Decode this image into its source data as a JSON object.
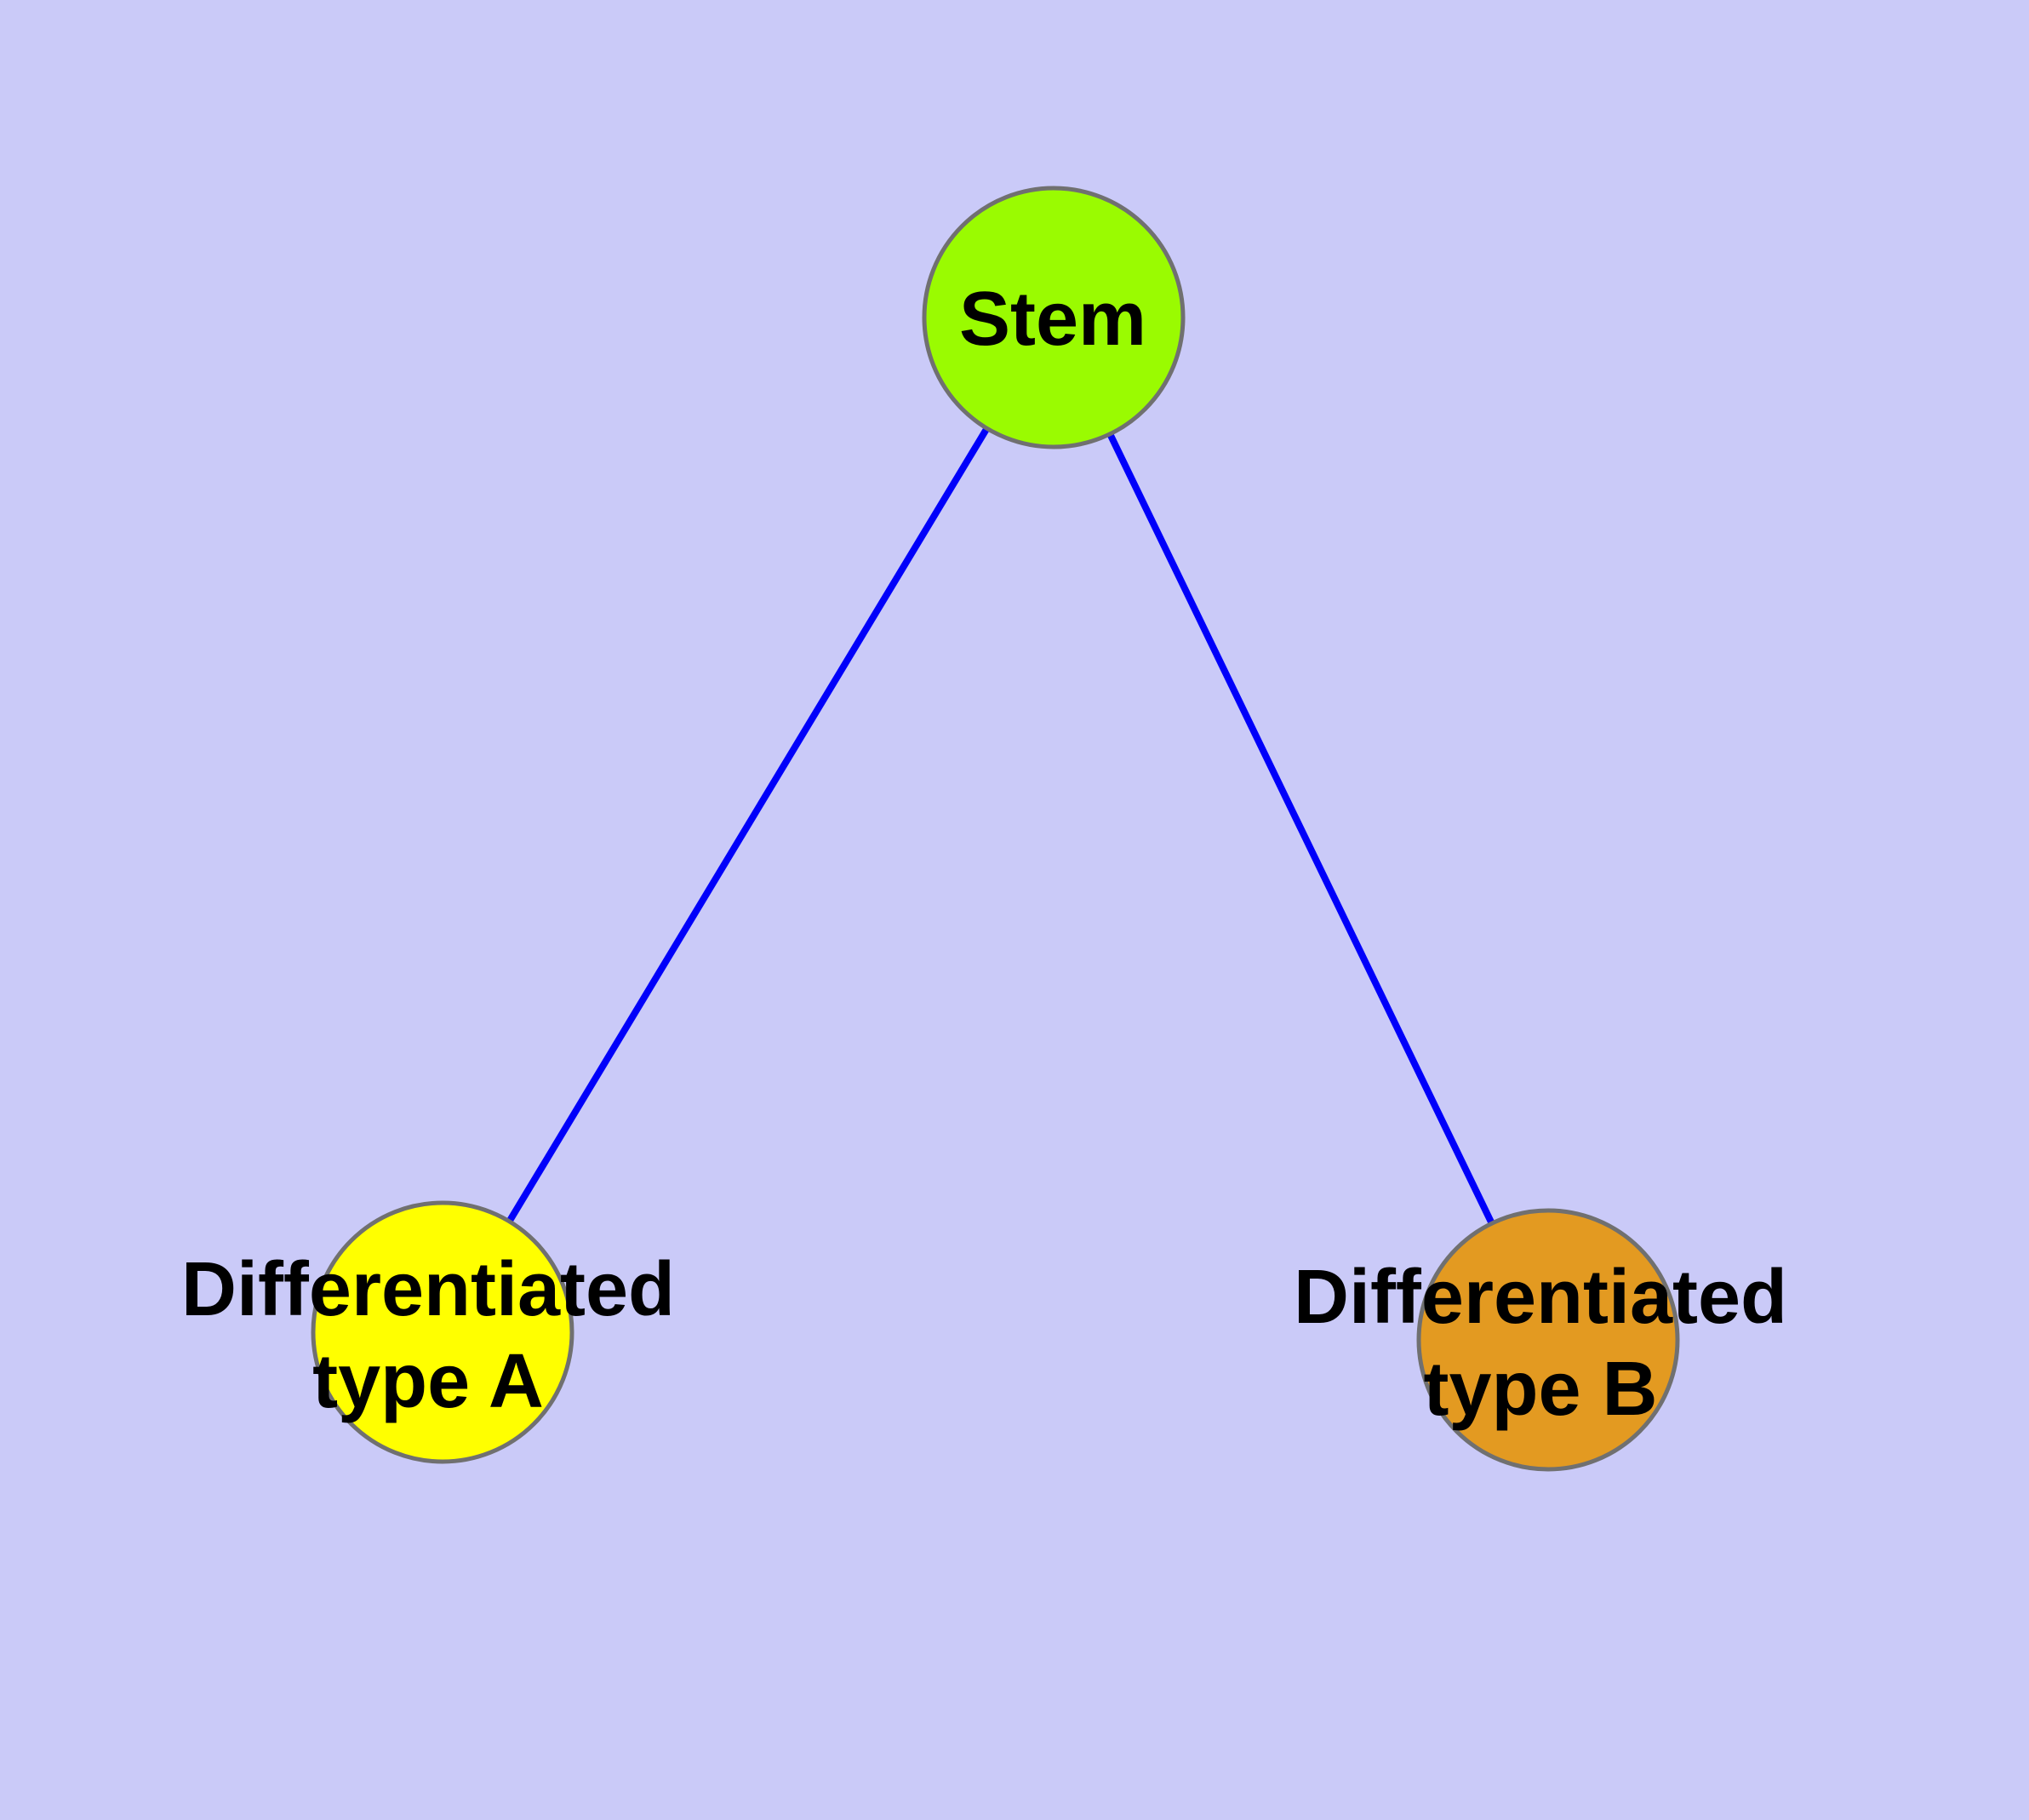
{
  "diagram": {
    "title": "",
    "background_color": "#CACAF8",
    "edge_color": "#0000FA",
    "node_border_color": "#707070",
    "text_color": "#000000",
    "nodes": [
      {
        "id": "stem",
        "label": "Stem",
        "label_line1": "Stem",
        "label_line2": "",
        "color": "#9AFB01"
      },
      {
        "id": "type-a",
        "label": "Differentiated type A",
        "label_line1": "Differentiated",
        "label_line2": "type A",
        "color": "#FFFF00"
      },
      {
        "id": "type-b",
        "label": "Differentiated type B",
        "label_line1": "Differentiated",
        "label_line2": "type B",
        "color": "#E39A21"
      }
    ],
    "edges": [
      {
        "from": "Stem",
        "to": "Differentiated type A"
      },
      {
        "from": "Stem",
        "to": "Differentiated type B"
      }
    ]
  }
}
